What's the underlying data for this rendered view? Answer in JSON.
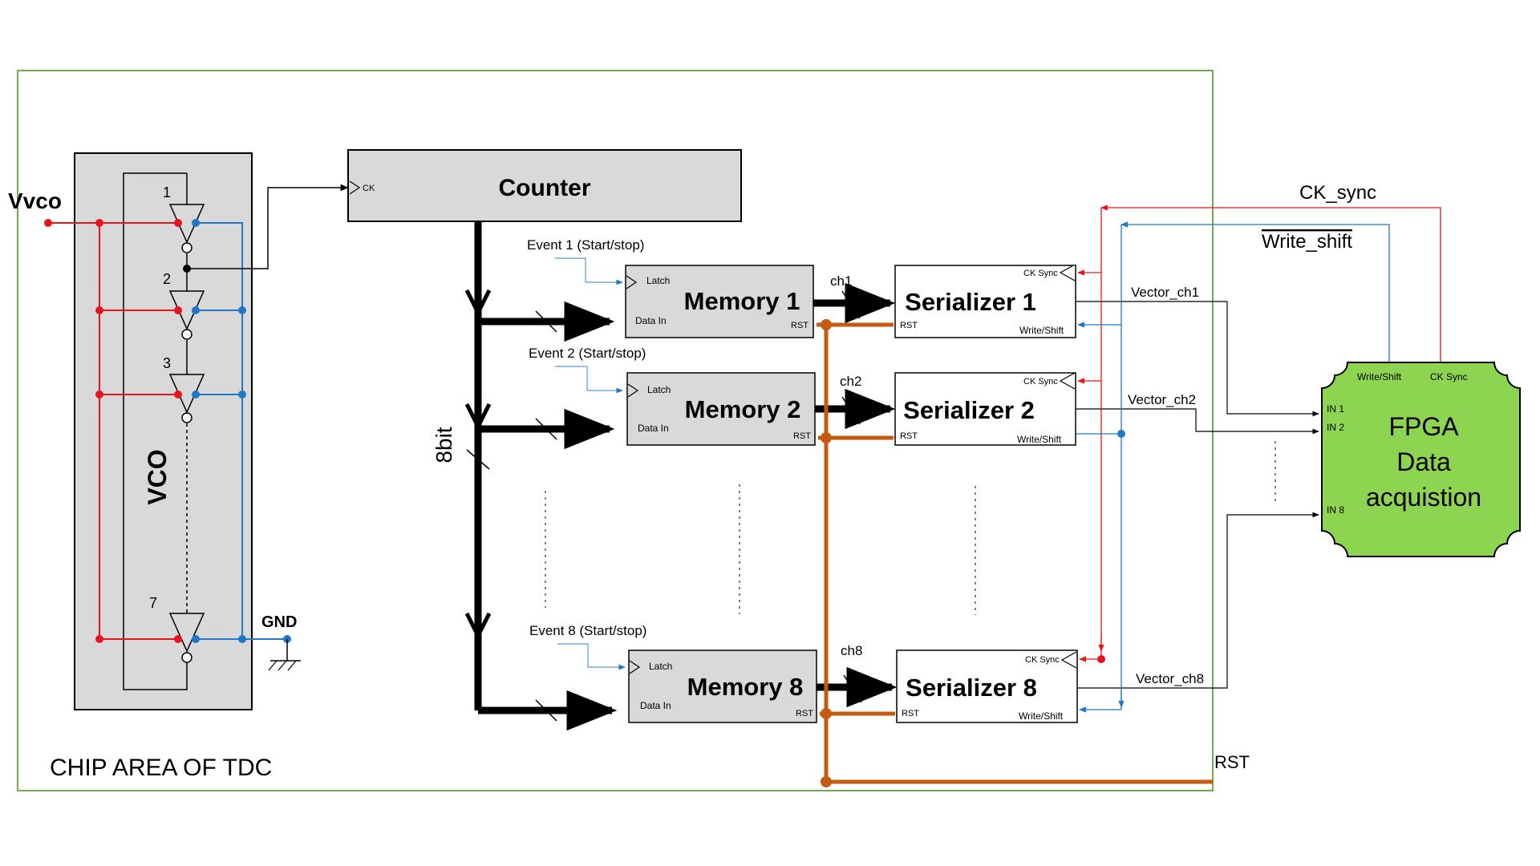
{
  "chip_area_label": "CHIP AREA OF TDC",
  "vco": {
    "title": "VCO",
    "input_label": "Vvco",
    "ground_label": "GND",
    "stage_labels": [
      "1",
      "2",
      "3",
      "7"
    ]
  },
  "counter": {
    "title": "Counter",
    "clock_pin": "CK",
    "bus_width_label": "8bit"
  },
  "channels": [
    {
      "event": "Event 1 (Start/stop)",
      "memory": "Memory 1",
      "channel": "ch1",
      "serializer": "Serializer 1",
      "vector": "Vector_ch1"
    },
    {
      "event": "Event 2 (Start/stop)",
      "memory": "Memory 2",
      "channel": "ch2",
      "serializer": "Serializer 2",
      "vector": "Vector_ch2"
    },
    {
      "event": "Event 8 (Start/stop)",
      "memory": "Memory 8",
      "channel": "ch8",
      "serializer": "Serializer 8",
      "vector": "Vector_ch8"
    }
  ],
  "memory_pins": {
    "latch": "Latch",
    "data_in": "Data In",
    "rst": "RST"
  },
  "serializer_pins": {
    "ck_sync": "CK Sync",
    "rst": "RST",
    "write_shift": "Write/Shift"
  },
  "signals": {
    "ck_sync": "CK_sync",
    "write_shift": "Write_shift",
    "rst": "RST"
  },
  "fpga": {
    "title_lines": [
      "FPGA",
      "Data",
      "acquistion"
    ],
    "pin_write_shift": "Write/Shift",
    "pin_ck_sync": "CK Sync",
    "inputs": [
      "IN 1",
      "IN 2",
      "IN 8"
    ]
  },
  "colors": {
    "supply_red": "#e8141b",
    "ground_blue": "#1f77c8",
    "reset_orange": "#c55a11",
    "fpga_green": "#8dd450",
    "block_gray": "#d9d9d9",
    "chip_border_green": "#70ad47"
  }
}
